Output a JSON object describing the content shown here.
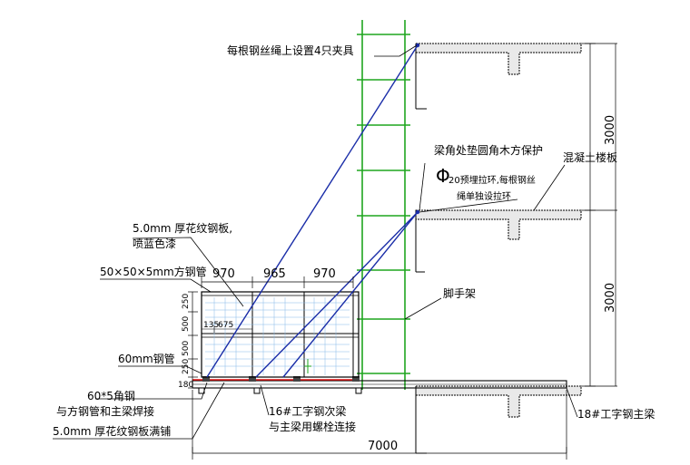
{
  "labels": {
    "clamp_note": "每根钢丝绳上设置4只夹具",
    "corner_protect": "梁角处垫圆角木方保护",
    "phi_symbol": "Φ",
    "pull_ring_line1": "20预埋拉环,每根钢丝",
    "pull_ring_line2": "绳单独设拉环",
    "concrete_slab": "混凝土楼板",
    "plate_line1": "5.0mm 厚花纹钢板,",
    "plate_line2": "喷蓝色漆",
    "square_tube": "50×50×5mm方钢管",
    "scaffold": "脚手架",
    "pipe60": "60mm钢管",
    "angle_line1": "60*5角钢",
    "angle_line2": "与方钢管和主梁焊接",
    "secondary_line1": "16#工字钢次梁",
    "secondary_line2": "与主梁用螺栓连接",
    "floor_plate": "5.0mm 厚花纹钢板满铺",
    "main_beam": "18#工字钢主梁"
  },
  "dimensions": {
    "top_1": "970",
    "top_2": "965",
    "top_3": "970",
    "left_1": "250",
    "left_2": "500",
    "left_3": "500",
    "left_4": "250",
    "left_5": "180",
    "inner_1": "135",
    "inner_2": "675",
    "right_upper": "3000",
    "right_lower": "3000",
    "bottom_total": "7000"
  }
}
